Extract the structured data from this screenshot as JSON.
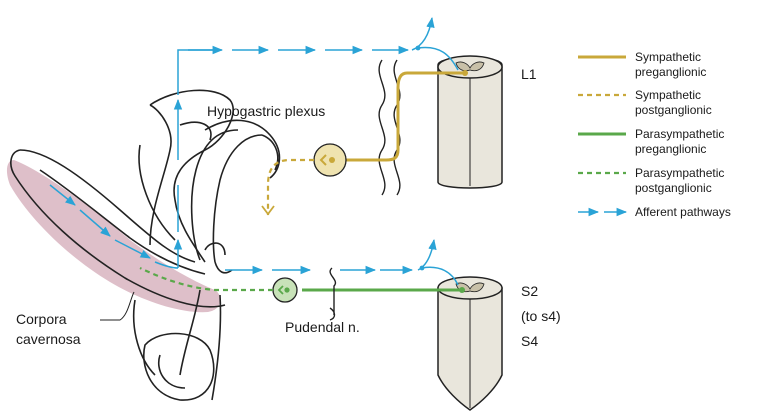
{
  "labels": {
    "hypogastric": "Hypogastric plexus",
    "pudendal": "Pudendal n.",
    "corpora_line1": "Corpora",
    "corpora_line2": "cavernosa",
    "l1": "L1",
    "s2": "S2",
    "to_s4": "(to s4)",
    "s4": "S4"
  },
  "legend": {
    "sympathetic_pre_1": "Sympathetic",
    "sympathetic_pre_2": "preganglionic",
    "sympathetic_post_1": "Sympathetic",
    "sympathetic_post_2": "postganglionic",
    "parasympathetic_pre_1": "Parasympathetic",
    "parasympathetic_pre_2": "preganglionic",
    "parasympathetic_post_1": "Parasympathetic",
    "parasympathetic_post_2": "postganglionic",
    "afferent": "Afferent pathways"
  },
  "colors": {
    "sympathetic": "#c9a83a",
    "parasympathetic": "#5aa84a",
    "afferent": "#2aa3d6",
    "outline": "#222222",
    "cord_fill": "#e9e6dc",
    "ganglion_symp": "#efe3b0",
    "ganglion_para": "#c8e2b8",
    "corpora": "#d8b4c0"
  }
}
